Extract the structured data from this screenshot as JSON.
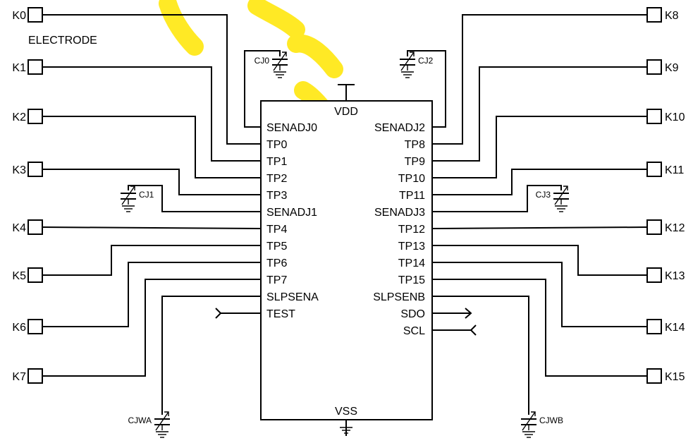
{
  "chip": {
    "supply_label": "VDD",
    "ground_label": "VSS",
    "left_pins": [
      "SENADJ0",
      "TP0",
      "TP1",
      "TP2",
      "TP3",
      "SENADJ1",
      "TP4",
      "TP5",
      "TP6",
      "TP7",
      "SLPSENA",
      "TEST"
    ],
    "right_pins": [
      "SENADJ2",
      "TP8",
      "TP9",
      "TP10",
      "TP11",
      "SENADJ3",
      "TP12",
      "TP13",
      "TP14",
      "TP15",
      "SLPSENB",
      "SDO",
      "SCL"
    ]
  },
  "electrode_heading": "ELECTRODE",
  "left_keys": [
    "K0",
    "K1",
    "K2",
    "K3",
    "K4",
    "K5",
    "K6",
    "K7"
  ],
  "right_keys": [
    "K8",
    "K9",
    "K10",
    "K11",
    "K12",
    "K13",
    "K14",
    "K15"
  ],
  "capacitors": {
    "cj0": "CJ0",
    "cj1": "CJ1",
    "cj2": "CJ2",
    "cj3": "CJ3",
    "cjwa": "CJWA",
    "cjwb": "CJWB"
  },
  "watermark_color": "#ffe600"
}
